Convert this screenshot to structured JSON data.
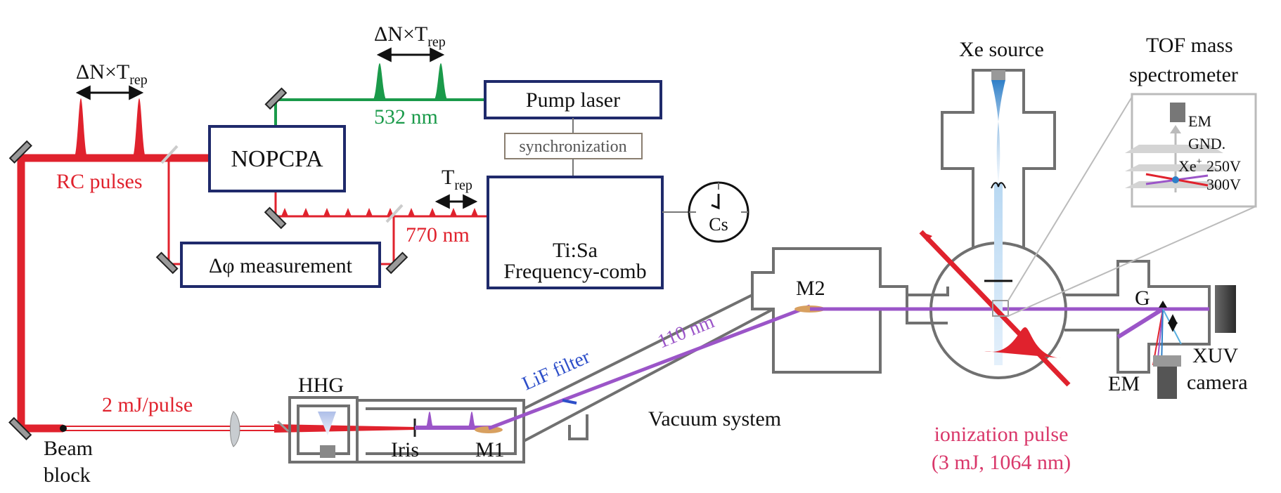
{
  "colors": {
    "red": "#e0222d",
    "green": "#1a9a4a",
    "navy": "#1f2a6b",
    "purple": "#9b55c8",
    "blue_label": "#2e4fc9",
    "pink_label": "#d9376a",
    "chamber": "#707070"
  },
  "labels": {
    "delta_n_left": {
      "main": "ΔN×T",
      "sub": "rep"
    },
    "delta_n_top": {
      "main": "ΔN×T",
      "sub": "rep"
    },
    "t_rep": {
      "main": "T",
      "sub": "rep"
    },
    "rc_pulses": "RC pulses",
    "wl_532": "532 nm",
    "wl_770": "770 nm",
    "wl_110": "110 nm",
    "lif_filter": "LiF filter",
    "energy": "2 mJ/pulse",
    "beam_block_1": "Beam",
    "beam_block_2": "block",
    "hhg": "HHG",
    "iris": "Iris",
    "m1": "M1",
    "m2": "M2",
    "vacuum_system": "Vacuum system",
    "xe_source": "Xe source",
    "tof_1": "TOF mass",
    "tof_2": "spectrometer",
    "em_top": "EM",
    "gnd": "GND.",
    "v250": "250V",
    "v300": "300V",
    "xe_ion": {
      "main": "Xe",
      "sup": "+"
    },
    "g": "G",
    "xuv_1": "XUV",
    "xuv_2": "camera",
    "em_bottom": "EM",
    "ion_pulse_1": "ionization pulse",
    "ion_pulse_2": "(3 mJ, 1064 nm)",
    "cs": "Cs"
  },
  "boxes": {
    "nopcpa": "NOPCPA",
    "pump": "Pump laser",
    "sync": "synchronization",
    "tisa_1": "Ti:Sa",
    "tisa_2": "Frequency-comb",
    "phase": "Δφ measurement"
  }
}
